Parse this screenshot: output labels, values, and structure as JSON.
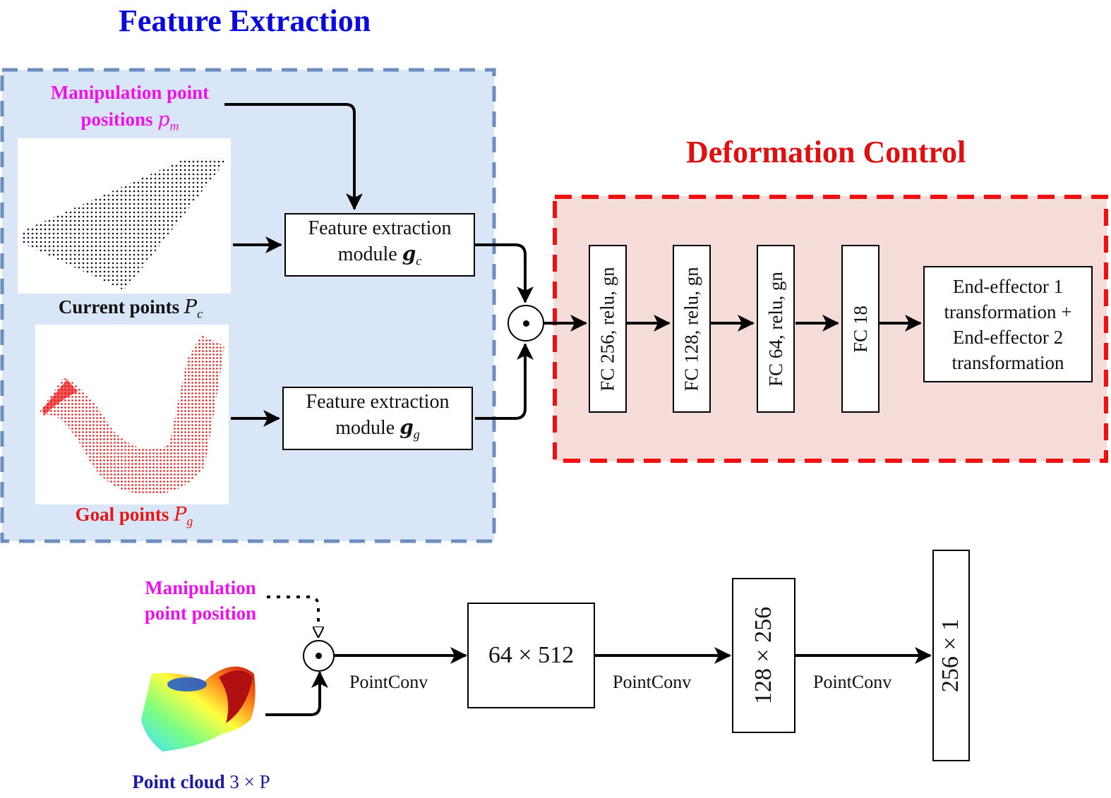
{
  "titles": {
    "feature_extraction": "Feature Extraction",
    "deformation_control": "Deformation Control"
  },
  "colors": {
    "fe_title": "#0a0adc",
    "dc_title": "#e01010",
    "fe_panel_bg": "#d8e6f7",
    "fe_panel_border": "#6b8ebf",
    "dc_panel_bg": "#f6dcd8",
    "dc_panel_border": "#ee1111",
    "magenta": "#ee11ee",
    "red_label": "#e81515",
    "blue_label": "#1a1aa8"
  },
  "feature_extraction": {
    "manip_label_line1": "Manipulation point",
    "manip_label_line2": "positions",
    "manip_symbol": "p",
    "manip_sub": "m",
    "current_label": "Current points",
    "current_symbol": "P",
    "current_sub": "c",
    "goal_label": "Goal points",
    "goal_symbol": "P",
    "goal_sub": "g",
    "module_c_line1": "Feature extraction",
    "module_c_line2": "module",
    "module_c_symbol": "g",
    "module_c_sub": "c",
    "module_g_line1": "Feature extraction",
    "module_g_line2": "module",
    "module_g_symbol": "g",
    "module_g_sub": "g"
  },
  "deformation_control": {
    "fc_layers": [
      "FC 256, relu, gn",
      "FC 128, relu, gn",
      "FC 64, relu, gn",
      "FC 18"
    ],
    "output_lines": [
      "End-effector 1",
      "transformation +",
      "End-effector 2",
      "transformation"
    ]
  },
  "pointconv": {
    "manip_line1": "Manipulation",
    "manip_line2": "point position",
    "cloud_label": "Point cloud",
    "cloud_dim": "3 × P",
    "op_labels": [
      "PointConv",
      "PointConv",
      "PointConv"
    ],
    "dims": [
      "64 × 512",
      "128 × 256",
      "256 × 1"
    ]
  }
}
